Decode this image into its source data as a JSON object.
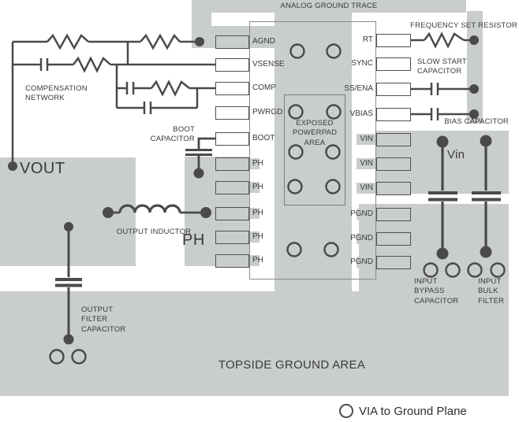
{
  "diagram": {
    "banner": "ANALOG GROUND TRACE",
    "ic": {
      "left_pins": [
        "AGND",
        "VSENSE",
        "COMP",
        "PWRGD",
        "BOOT",
        "PH",
        "PH",
        "PH",
        "PH",
        "PH"
      ],
      "right_pins": [
        "RT",
        "SYNC",
        "SS/ENA",
        "VBIAS",
        "VIN",
        "VIN",
        "VIN",
        "PGND",
        "PGND",
        "PGND"
      ],
      "powerpad_lines": [
        "EXPOSED",
        "POWERPAD",
        "AREA"
      ]
    },
    "regions": {
      "vout": "VOUT",
      "ph": "PH",
      "vin": "Vin",
      "topside_ground": "TOPSIDE GROUND AREA"
    },
    "labels": {
      "compensation": [
        "COMPENSATION",
        "NETWORK"
      ],
      "boot_capacitor": [
        "BOOT",
        "CAPACITOR"
      ],
      "output_inductor": "OUTPUT INDUCTOR",
      "output_filter_capacitor": [
        "OUTPUT",
        "FILTER",
        "CAPACITOR"
      ],
      "frequency_set_resistor": "FREQUENCY SET RESISTOR",
      "slow_start_capacitor": [
        "SLOW START",
        "CAPACITOR"
      ],
      "bias_capacitor": "BIAS CAPACITOR",
      "input_bypass_capacitor": [
        "INPUT",
        "BYPASS",
        "CAPACITOR"
      ],
      "input_bulk_filter": [
        "INPUT",
        "BULK",
        "FILTER"
      ]
    },
    "legend": {
      "via": "VIA to Ground Plane"
    },
    "colors": {
      "plane_gray": "#c9cdcc",
      "line_dark": "#4a4a4a",
      "text": "#3a3a3a"
    }
  }
}
